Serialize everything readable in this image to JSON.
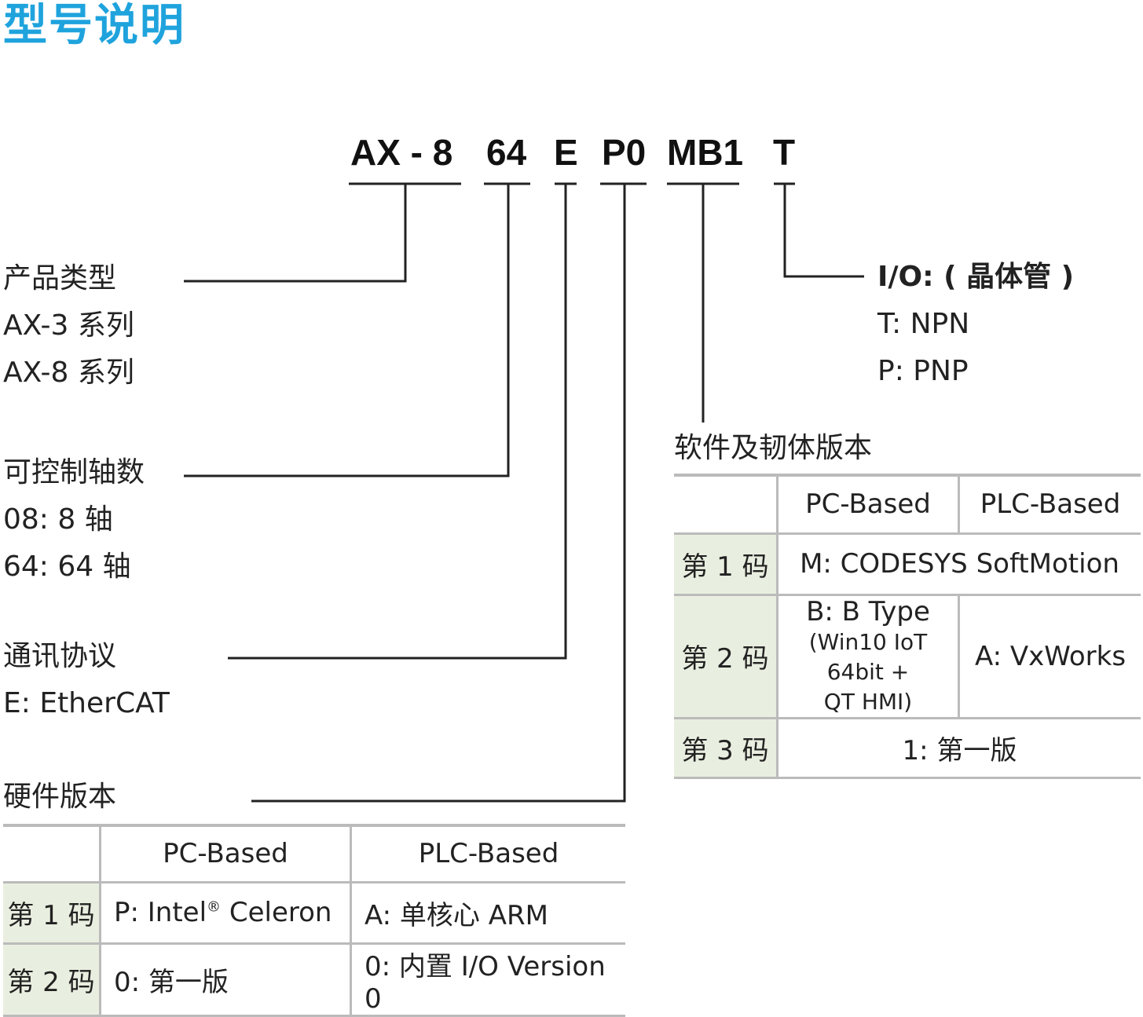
{
  "title": "型号说明",
  "model_code": {
    "segments": [
      "AX - 8",
      "64",
      "E",
      "P0",
      "MB1",
      "T"
    ]
  },
  "groups": {
    "product_type": {
      "heading": "产品类型",
      "items": [
        "AX-3 系列",
        "AX-8 系列"
      ]
    },
    "axes": {
      "heading": "可控制轴数",
      "items": [
        "08: 8 轴",
        "64: 64 轴"
      ]
    },
    "protocol": {
      "heading": "通讯协议",
      "items": [
        "E: EtherCAT"
      ]
    },
    "io": {
      "heading": "I/O: ( 晶体管 )",
      "items": [
        "T: NPN",
        "P: PNP"
      ]
    },
    "hardware": {
      "heading": "硬件版本"
    },
    "software": {
      "heading": "软件及韧体版本"
    }
  },
  "hardware_table": {
    "columns": [
      "",
      "PC-Based",
      "PLC-Based"
    ],
    "rows": [
      {
        "label": "第 1 码",
        "pc_prefix": "P: Intel",
        "pc_sup": "®",
        "pc_suffix": " Celeron",
        "plc": "A: 单核心 ARM"
      },
      {
        "label": "第 2 码",
        "pc": "0: 第一版",
        "plc": "0: 内置 I/O Version 0"
      }
    ]
  },
  "software_table": {
    "columns": [
      "",
      "PC-Based",
      "PLC-Based"
    ],
    "rows": [
      {
        "label": "第 1 码",
        "merged": "M: CODESYS SoftMotion"
      },
      {
        "label": "第 2 码",
        "pc_line1": "B: B Type",
        "pc_line2": "(Win10 IoT 64bit +",
        "pc_line3": "QT HMI)",
        "plc": "A: VxWorks"
      },
      {
        "label": "第 3 码",
        "merged": "1: 第一版"
      }
    ]
  },
  "colors": {
    "title": "#1fa3dd",
    "row_header_bg": "#e9efe0",
    "rule": "#bbbbbb"
  }
}
